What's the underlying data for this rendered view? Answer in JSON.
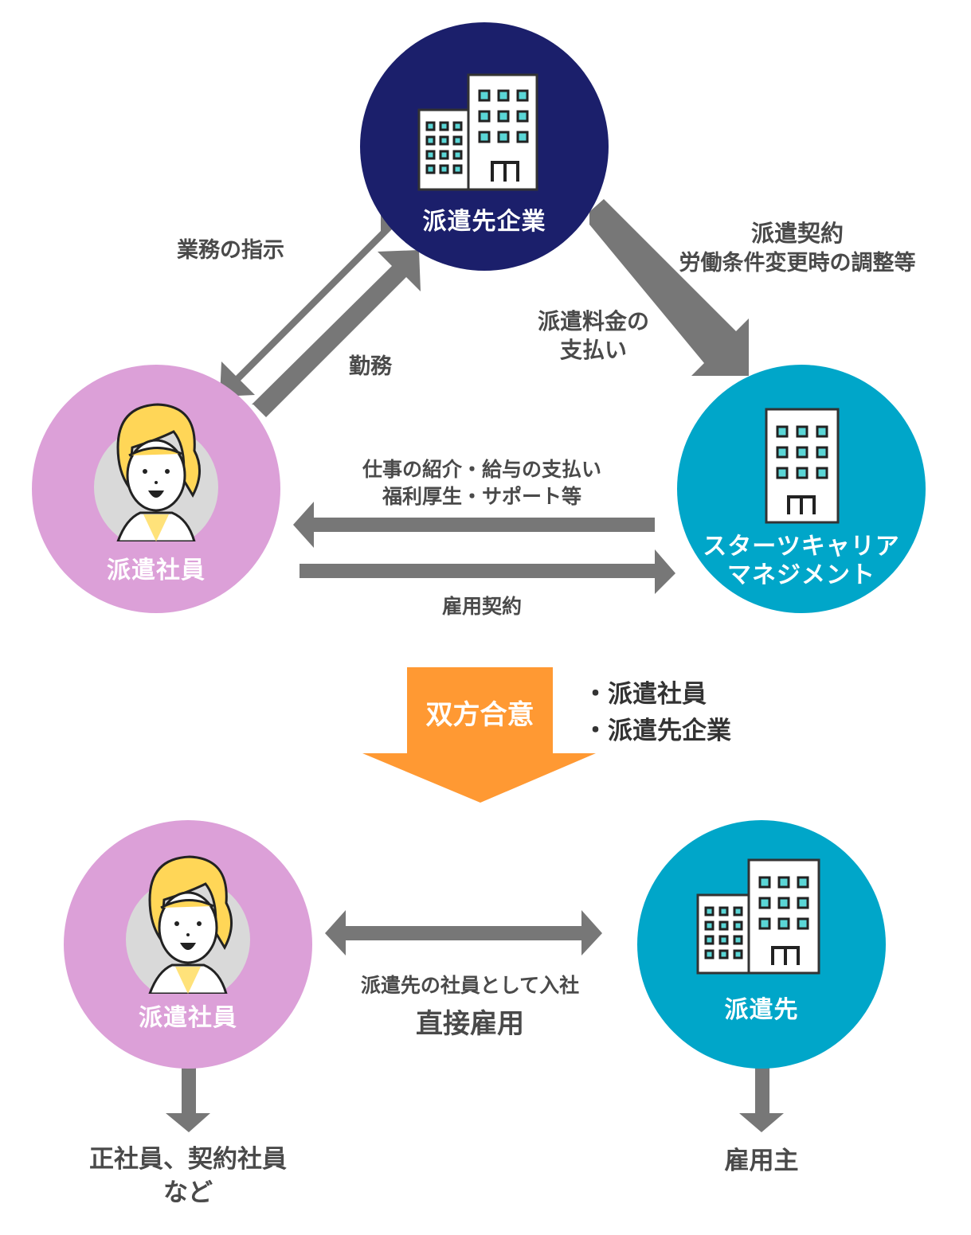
{
  "colors": {
    "client_company": "#1b1f6b",
    "staff": "#dca0d8",
    "agency": "#00a6c9",
    "arrow_gray": "#777777",
    "agreement_orange": "#ff9933",
    "text_dark": "#4a4a4a",
    "window_fill": "#5ad6d6"
  },
  "nodes": {
    "client_company": {
      "label": "派遣先企業",
      "icon": "office-buildings-icon"
    },
    "staff_top": {
      "label": "派遣社員",
      "icon": "woman-avatar-icon"
    },
    "agency": {
      "label_line1": "スターツキャリア",
      "label_line2": "マネジメント",
      "icon": "office-building-icon"
    },
    "staff_bottom": {
      "label": "派遣社員",
      "icon": "woman-avatar-icon"
    },
    "client_bottom": {
      "label": "派遣先",
      "icon": "office-buildings-icon"
    }
  },
  "relations": {
    "work_instruction": "業務の指示",
    "work": "勤務",
    "dispatch_contract_line1": "派遣契約",
    "dispatch_contract_line2": "労働条件変更時の調整等",
    "dispatch_fee_line1": "派遣料金の",
    "dispatch_fee_line2": "支払い",
    "agency_services_line1": "仕事の紹介・給与の支払い",
    "agency_services_line2": "福利厚生・サポート等",
    "employment_contract": "雇用契約"
  },
  "agreement": {
    "label": "双方合意",
    "parties": [
      "・派遣社員",
      "・派遣先企業"
    ]
  },
  "direct_hire": {
    "sub_label": "派遣先の社員として入社",
    "main_label": "直接雇用"
  },
  "outcomes": {
    "staff_line1": "正社員、契約社員",
    "staff_line2": "など",
    "client": "雇用主"
  }
}
